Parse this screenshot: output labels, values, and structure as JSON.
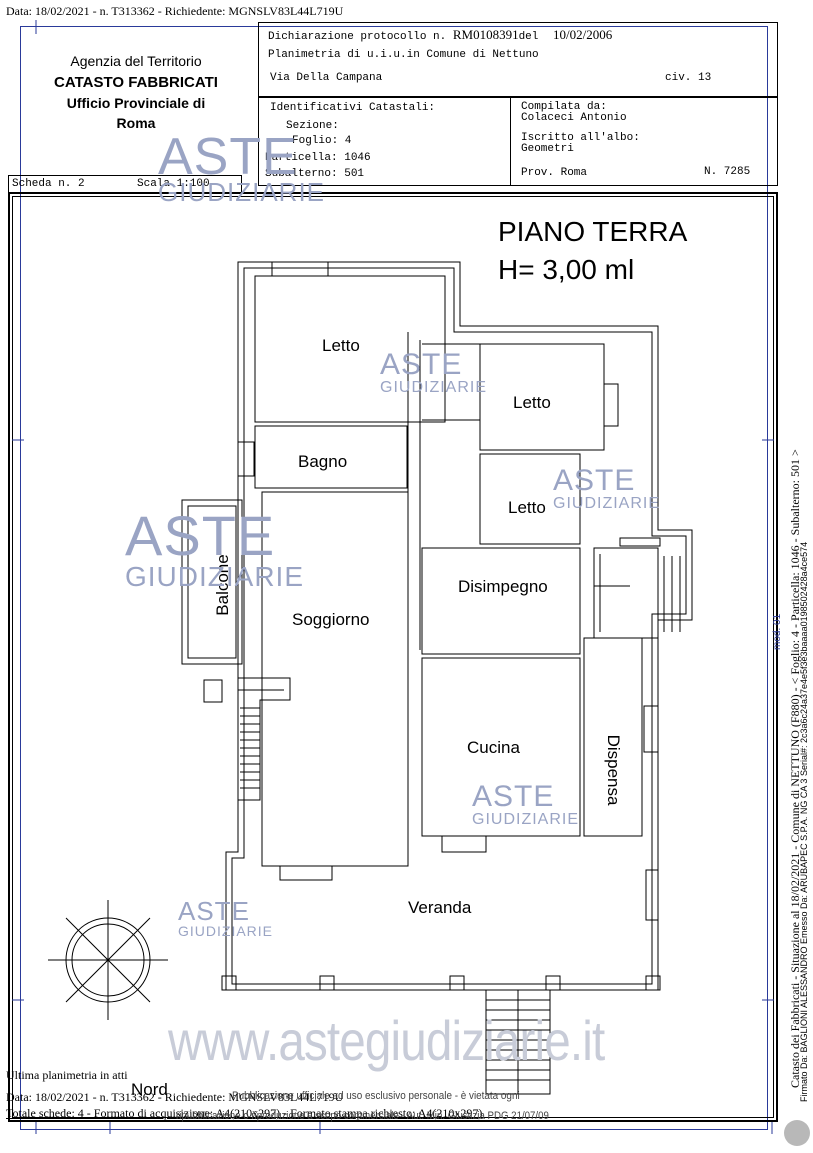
{
  "top_line": "Data: 18/02/2021 - n. T313362 - Richiedente: MGNSLV83L44L719U",
  "header": {
    "agency_l1": "Agenzia del Territorio",
    "agency_l2": "CATASTO FABBRICATI",
    "agency_l3": "Ufficio Provinciale di",
    "agency_l4": "Roma",
    "dichiarazione_label": "Dichiarazione protocollo n.",
    "protocollo": "RM0108391",
    "del_label": "del",
    "protocollo_date": "10/02/2006",
    "planimetria": "Planimetria di u.i.u.in Comune di Nettuno",
    "via": "Via Della Campana",
    "civ": "civ. 13",
    "identificativi": "Identificativi Catastali:",
    "sezione": "Sezione:",
    "foglio": "Foglio: 4",
    "particella": "Particella: 1046",
    "subalterno": "Subalterno: 501",
    "compilata": "Compilata da:",
    "compilatore": "Colaceci Antonio",
    "iscritto": "Iscritto all'albo:",
    "albo": "Geometri",
    "prov": "Prov. Roma",
    "numero": "N.  7285",
    "scheda": "Scheda n. 2",
    "scala": "Scala 1:100"
  },
  "plan": {
    "title_l1": "PIANO TERRA",
    "title_l2": "H= 3,00 ml",
    "rooms": {
      "letto1": "Letto",
      "letto2": "Letto",
      "letto3": "Letto",
      "bagno": "Bagno",
      "balcone": "Balcone",
      "soggiorno": "Soggiorno",
      "disimpegno": "Disimpegno",
      "cucina": "Cucina",
      "dispensa": "Dispensa",
      "veranda": "Veranda"
    },
    "nord": "Nord"
  },
  "watermark": {
    "aste": "ASTE",
    "giudiziarie": "GIUDIZIARIE",
    "site": "www.astegiudiziarie.it",
    "publication_l1": "Pubblicazione ufficiale ad uso esclusivo personale - è vietata ogni",
    "publication_l2": "ripubblicazione o riproduzione a scopo commerciale - Aut. Min. Giustizia PDG 21/07/09"
  },
  "side": {
    "catasto_text": "Catasto dei Fabbricati - Situazione al 18/02/2021 - Comune di NETTUNO (F880) - < Foglio: 4 - Particella: 1046 - Subalterno: 501 >",
    "firmato_text": "Firmato Da: BAGLIONI ALESSANDRO Emesso Da: ARUBAPEC S.P.A. NG CA 3 Serial#: 2c3a6c24a37e4e5f3e3baaaa0198502428a4ce574",
    "ultima": "Ultima planimetria in atti",
    "bottom_data": "Data: 18/02/2021 - n. T313362 - Richiedente: MGNSLV83L44L719U",
    "totale": "Totale schede: 4 - Formato di acquisizione: A4(210x297) - Formato stampa richiesto: A4(210x297)",
    "mid_tag": "mod. 01"
  }
}
